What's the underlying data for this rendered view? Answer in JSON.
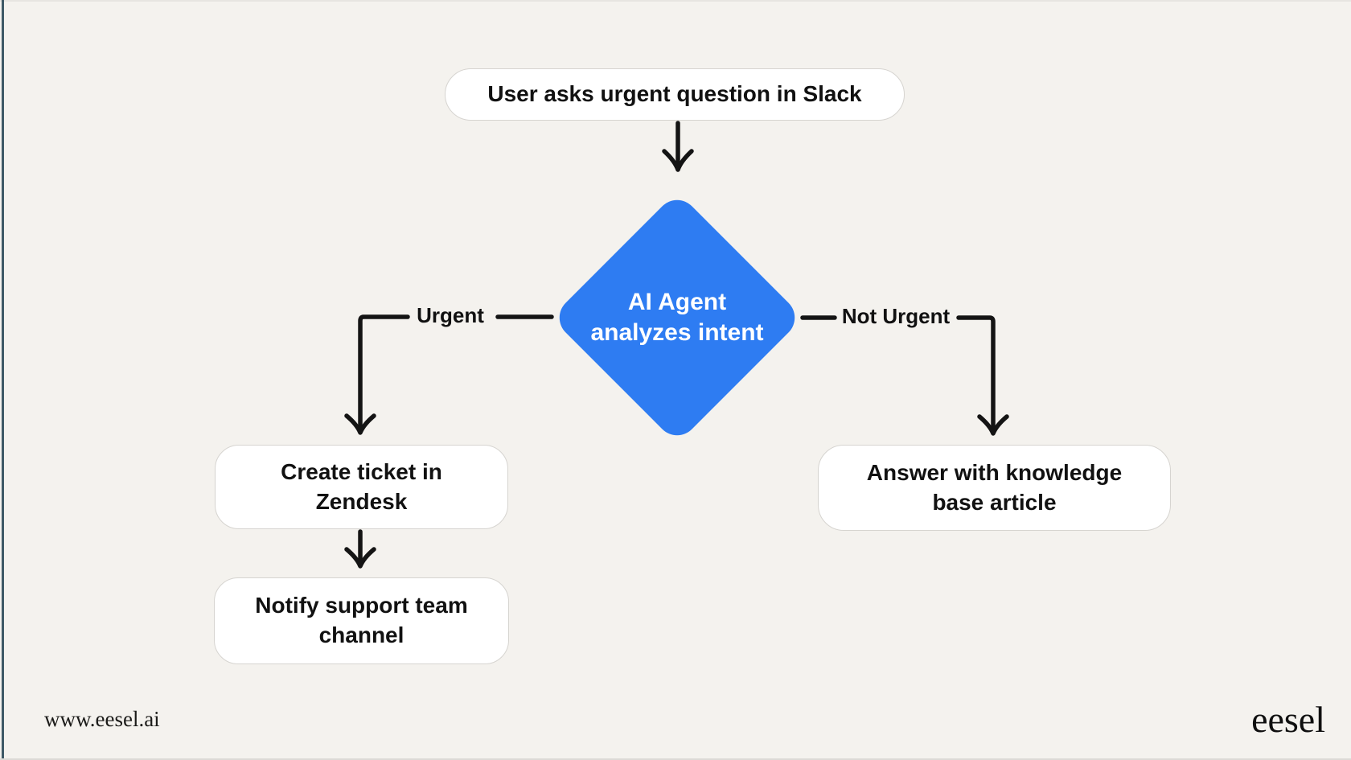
{
  "canvas": {
    "background_color": "#f4f2ee",
    "left_edge_line_color": "#3e5966",
    "connector_color": "#141414",
    "node_background": "#ffffff",
    "node_border_color": "#d6d4d0"
  },
  "flowchart": {
    "start_node": {
      "label": "User asks urgent question in Slack"
    },
    "decision_node": {
      "label": "AI Agent analyzes intent",
      "lines": [
        "AI Agent",
        "analyzes intent"
      ],
      "fill_color": "#2e7cf2",
      "text_color": "#ffffff"
    },
    "urgent_branch": {
      "edge_label": "Urgent",
      "node1": {
        "label": "Create ticket in Zendesk",
        "lines": [
          "Create ticket in",
          "Zendesk"
        ]
      },
      "node2": {
        "label": "Notify support team channel",
        "lines": [
          "Notify support team",
          "channel"
        ]
      }
    },
    "not_urgent_branch": {
      "edge_label": "Not Urgent",
      "node1": {
        "label": "Answer with knowledge base article",
        "lines": [
          "Answer with knowledge",
          "base article"
        ]
      }
    }
  },
  "footer": {
    "website_url": "www.eesel.ai",
    "brand_name": "eesel"
  }
}
